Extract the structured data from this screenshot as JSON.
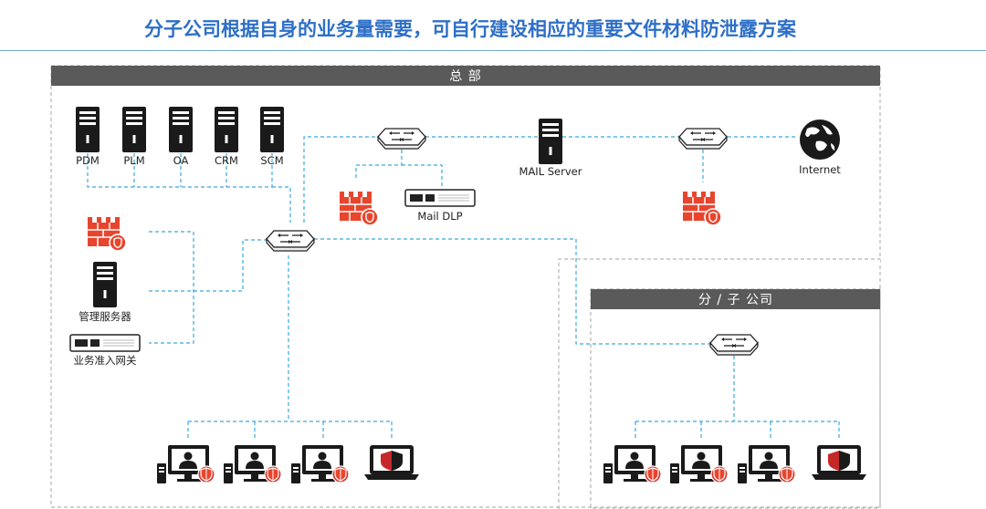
{
  "title": "分子公司根据自身的业务量需要，可自行建设相应的重要文件材料防泄露方案",
  "hq": {
    "label": "总 部",
    "servers": [
      "PDM",
      "PLM",
      "OA",
      "CRM",
      "SCM"
    ],
    "mail_dlp": "Mail DLP",
    "mail_server": "MAIL Server",
    "internet": "Internet",
    "mgmt_server": "管理服务器",
    "access_gateway": "业务准入网关"
  },
  "branch": {
    "label": "分 / 子 公司"
  },
  "colors": {
    "line": "#39a9df",
    "dark": "#1a1a1a",
    "red": "#e8452e",
    "bar": "#5a5a5a",
    "title": "#2e6fc7"
  }
}
